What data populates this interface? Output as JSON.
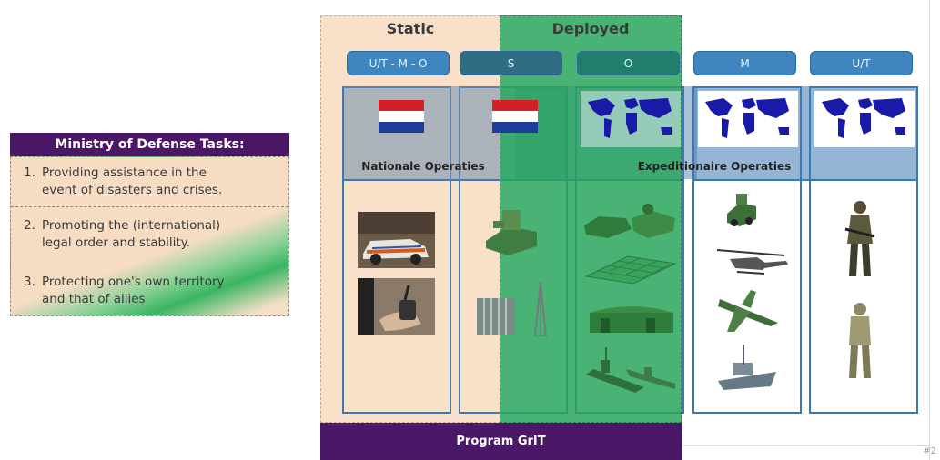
{
  "ministry": {
    "title": "Ministry of Defense Tasks:",
    "items": [
      {
        "num": "1.",
        "line1": "Providing assistance in the",
        "line2": "event of disasters and crises."
      },
      {
        "num": "2.",
        "line1": "Promoting the (international)",
        "line2": "legal order and stability."
      },
      {
        "num": "3.",
        "line1": "Protecting one's own territory",
        "line2": "and that of allies"
      }
    ]
  },
  "categories": {
    "static": "Static",
    "deployed": "Deployed"
  },
  "pills": [
    "U/T - M - O",
    "S",
    "O",
    "M",
    "U/T"
  ],
  "bands": {
    "national": "Nationale Operaties",
    "expeditionary": "Expeditionaire Operaties"
  },
  "program": "Program GrIT",
  "page_number": "#2",
  "colors": {
    "purple": "#4b1868",
    "static_bg": "#f9e0c8",
    "deployed_green": "#26a55c",
    "blue": "#3f85bf",
    "map_blue": "#1a1aa8"
  },
  "icons": [
    "netherlands-flag-icon",
    "world-map-icon",
    "police-car-photo",
    "radio-photo",
    "bunker-icon",
    "building-icon",
    "antenna-tower-icon",
    "military-camp-icon",
    "helipad-grid-icon",
    "field-hospital-icon",
    "warships-icon",
    "armored-vehicle-icon",
    "helicopter-icon",
    "fighter-jet-icon",
    "frigate-icon",
    "soldier-icon"
  ]
}
